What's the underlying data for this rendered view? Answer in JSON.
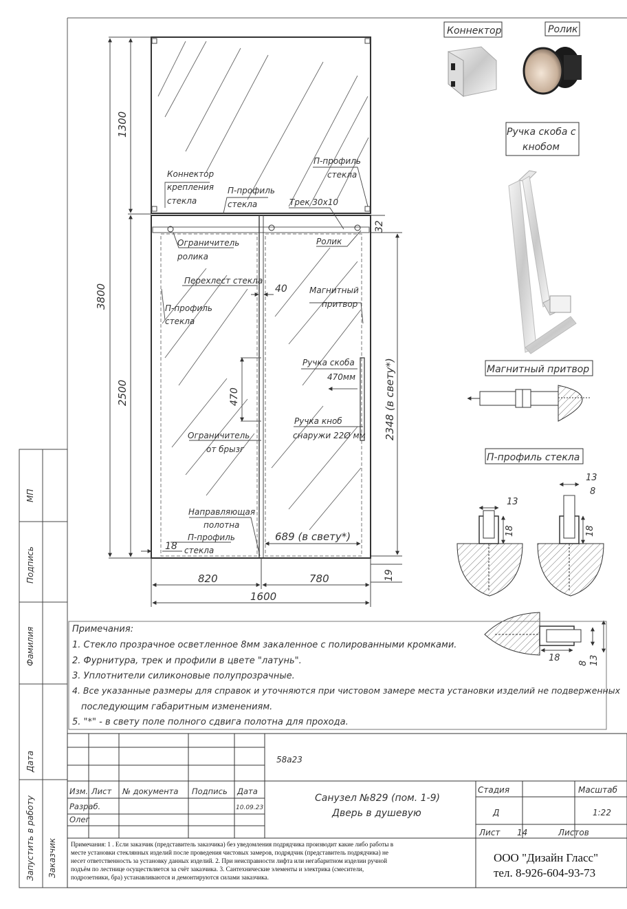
{
  "images": {
    "connector": "Коннектор",
    "roller": "Ролик",
    "handle": [
      "Ручка скоба с",
      "кнобом"
    ],
    "magnet": "Магнитный притвор",
    "profile": "П-профиль стекла"
  },
  "callouts": {
    "connector_fix": [
      "Коннектор",
      "крепления",
      "стекла"
    ],
    "p_profile_top": [
      "П-профиль",
      "стекла"
    ],
    "p_profile_right": [
      "П-профиль",
      "стекла"
    ],
    "track": "Трек 30х10",
    "roller": "Ролик",
    "stopper_roller": [
      "Ограничитель",
      "ролика"
    ],
    "overlap": "Перехлест стекла",
    "overlap_dim": "40",
    "p_profile_left": [
      "П-профиль",
      "стекла"
    ],
    "magnet": [
      "Магнитный",
      "притвор"
    ],
    "handle": [
      "Ручка скоба",
      "470мм"
    ],
    "knob": [
      "Ручка кноб",
      "снаружи 22Ø мм"
    ],
    "splash": [
      "Ограничитель",
      "от брызг"
    ],
    "guide": [
      "Направляющая",
      "полотна"
    ],
    "p_profile_bottom": [
      "П-профиль",
      "стекла"
    ],
    "clear_width": "689 (в свету*)"
  },
  "dimensions": {
    "h_total": "3800",
    "h_top": "1300",
    "h_bottom": "2500",
    "h_clear": "2348 (в свету*)",
    "handle_len": "470",
    "w_left": "820",
    "w_right": "780",
    "w_total": "1600",
    "gap_bottom": "19",
    "side_gap": "18",
    "track_h": "32"
  },
  "profile_dims": {
    "a_width": "13",
    "a_height": "18",
    "b_width": "13",
    "b_inner": "8",
    "b_height": "18",
    "c_len": "18",
    "c_inner": "8",
    "c_total": "13"
  },
  "notes": {
    "title": "Примечания:",
    "items": [
      "1. Стекло прозрачное осветленное 8мм закаленное с полированными кромками.",
      "2. Фурнитура, трек и профили в цвете \"латунь\".",
      "3. Уплотнители силиконовые полупрозрачные.",
      "4. Все указанные размеры для справок и уточняются при чистовом замере места установки изделий не подверженных",
      "последующим габаритным изменениям.",
      "5. \"*\" - в свету поле полного сдвига полотна для прохода."
    ]
  },
  "side_stamps": [
    "МП",
    "Подпись",
    "Фамилия",
    "Дата",
    "Запустить в работу",
    "Заказчик"
  ],
  "title_block": {
    "code": "58а23",
    "headers": [
      "Изм.",
      "Лист",
      "№ документа",
      "Подпись",
      "Дата"
    ],
    "developer_label": "Разраб.",
    "developer": "Олег",
    "date": "10.09.23",
    "project_title": "Санузел №829 (пом. 1-9)",
    "project_subtitle": "Дверь в душевую",
    "stage_label": "Стадия",
    "stage": "Д",
    "scale_label": "Масштаб",
    "scale": "1:22",
    "sheet_label": "Лист",
    "sheet": "14",
    "sheets_label": "Листов",
    "remarks": [
      "Примечания: 1 .  Если заказчик (представитель заказчика) без уведомления подрядчика производит какие либо работы в",
      "месте установки стеклянных изделий после проведения чистовых замеров, подрядчик (представитель подрядчика) не",
      "несет ответственность за установку данных изделий.  2. При неисправности лифта или негабаритном изделии ручной",
      "подъём по лестнице осуществляется за счёт заказчика. 3. Сантехнические элементы и электрика (смесители,",
      "подрозетники, бра) устанавливаются и демонтируются силами заказчика."
    ],
    "company": "ООО \"Дизайн Гласс\"",
    "phone": "тел. 8-926-604-93-73"
  }
}
